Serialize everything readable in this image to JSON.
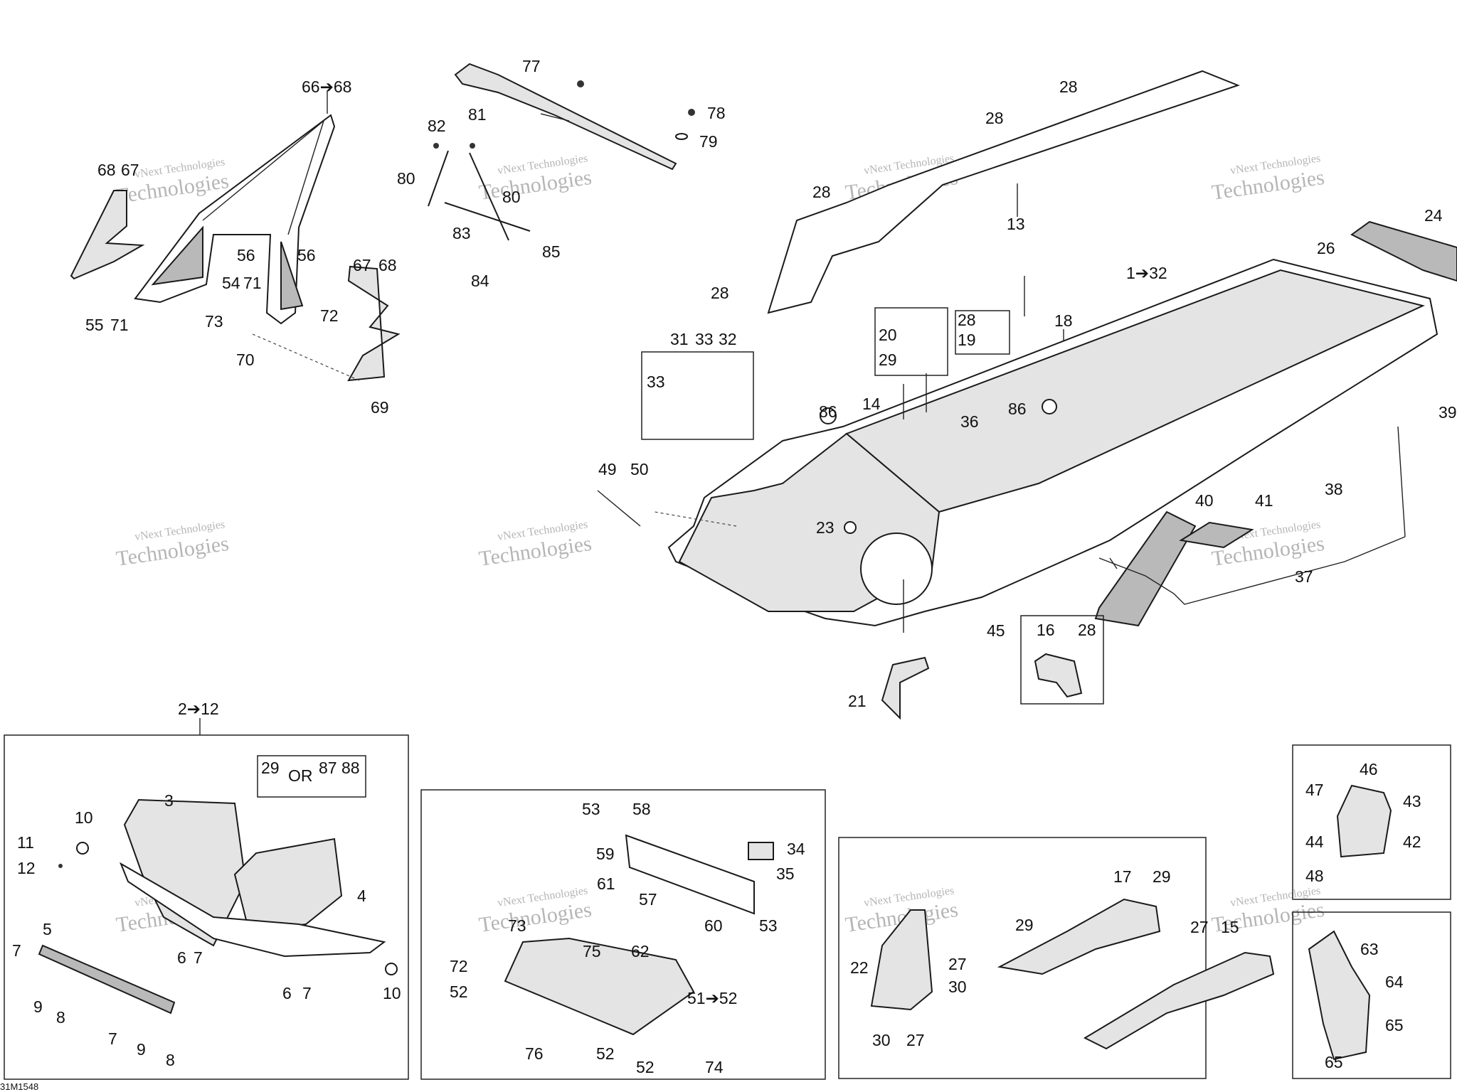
{
  "colors": {
    "ink": "#1a1a1a",
    "part_fill": "#e4e4e4",
    "dark_fill": "#b9b9b9",
    "watermark": "#b5b5b5"
  },
  "watermark": {
    "line1": "vNext Technologies",
    "line2": "Technologies"
  },
  "drawing_code": "31M1548",
  "callouts": {
    "c66_68": "66➔68",
    "c68a": "68",
    "c67a": "67",
    "c56a": "56",
    "c56b": "56",
    "c54": "54",
    "c71a": "71",
    "c55": "55",
    "c71b": "71",
    "c73a": "73",
    "c72a": "72",
    "c70": "70",
    "c67b": "67",
    "c68b": "68",
    "c69": "69",
    "c77": "77",
    "c82": "82",
    "c81": "81",
    "c78": "78",
    "c79": "79",
    "c80a": "80",
    "c80b": "80",
    "c83": "83",
    "c85": "85",
    "c84": "84",
    "c28a": "28",
    "c28b": "28",
    "c28c": "28",
    "c13": "13",
    "c24": "24",
    "c26": "26",
    "c28d": "28",
    "c1_32": "1➔32",
    "c20": "20",
    "c29a": "29",
    "c28e": "28",
    "c19": "19",
    "c18": "18",
    "c31": "31",
    "c33a": "33",
    "c33b": "33",
    "c32": "32",
    "c86a": "86",
    "c14": "14",
    "c36": "36",
    "c86b": "86",
    "c39": "39",
    "c49": "49",
    "c50": "50",
    "c23": "23",
    "c40": "40",
    "c41": "41",
    "c38": "38",
    "c37": "37",
    "c45": "45",
    "c16": "16",
    "c28f": "28",
    "c21": "21",
    "c2_12": "2➔12",
    "c29b": "29",
    "or": "OR",
    "c87": "87",
    "c88": "88",
    "c3": "3",
    "c10a": "10",
    "c11": "11",
    "c12": "12",
    "c4": "4",
    "c5": "5",
    "c7a": "7",
    "c9a": "9",
    "c8a": "8",
    "c6a": "6",
    "c7b": "7",
    "c6b": "6",
    "c7c": "7",
    "c10b": "10",
    "c7d": "7",
    "c9b": "9",
    "c8b": "8",
    "c53a": "53",
    "c58": "58",
    "c34": "34",
    "c59": "59",
    "c35": "35",
    "c61": "61",
    "c57": "57",
    "c60": "60",
    "c53b": "53",
    "c73b": "73",
    "c75": "75",
    "c62": "62",
    "c72b": "72",
    "c52a": "52",
    "c51_52": "51➔52",
    "c76": "76",
    "c52b": "52",
    "c52c": "52",
    "c74": "74",
    "c17": "17",
    "c29c": "29",
    "c29d": "29",
    "c27a": "27",
    "c15": "15",
    "c22": "22",
    "c27b": "27",
    "c30a": "30",
    "c30b": "30",
    "c27c": "27",
    "c46": "46",
    "c47": "47",
    "c43": "43",
    "c44": "44",
    "c42": "42",
    "c48": "48",
    "c63": "63",
    "c64": "64",
    "c65a": "65",
    "c65b": "65"
  }
}
